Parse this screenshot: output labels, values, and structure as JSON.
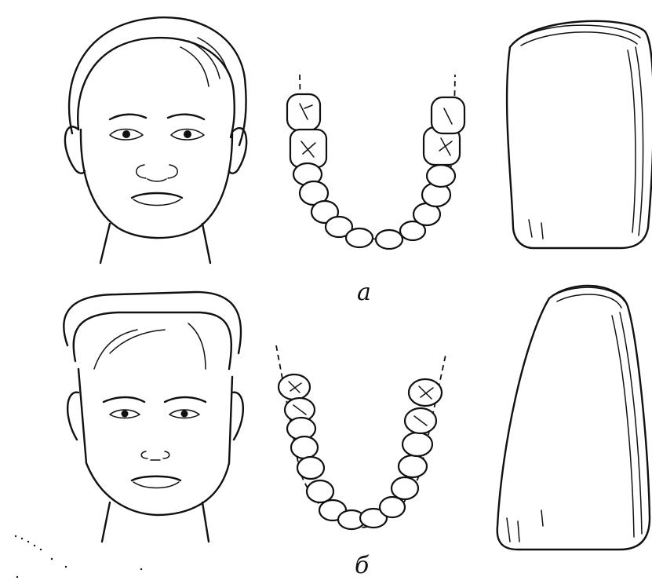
{
  "figure": {
    "panels": [
      {
        "id": "a",
        "label": "а",
        "face_shape": "rounded",
        "arch_shape": "U",
        "tooth_shape": "square-rounded"
      },
      {
        "id": "b",
        "label": "б",
        "face_shape": "square",
        "arch_shape": "V",
        "tooth_shape": "tapered"
      }
    ],
    "colors": {
      "ink": "#111111",
      "paper": "#ffffff"
    }
  }
}
